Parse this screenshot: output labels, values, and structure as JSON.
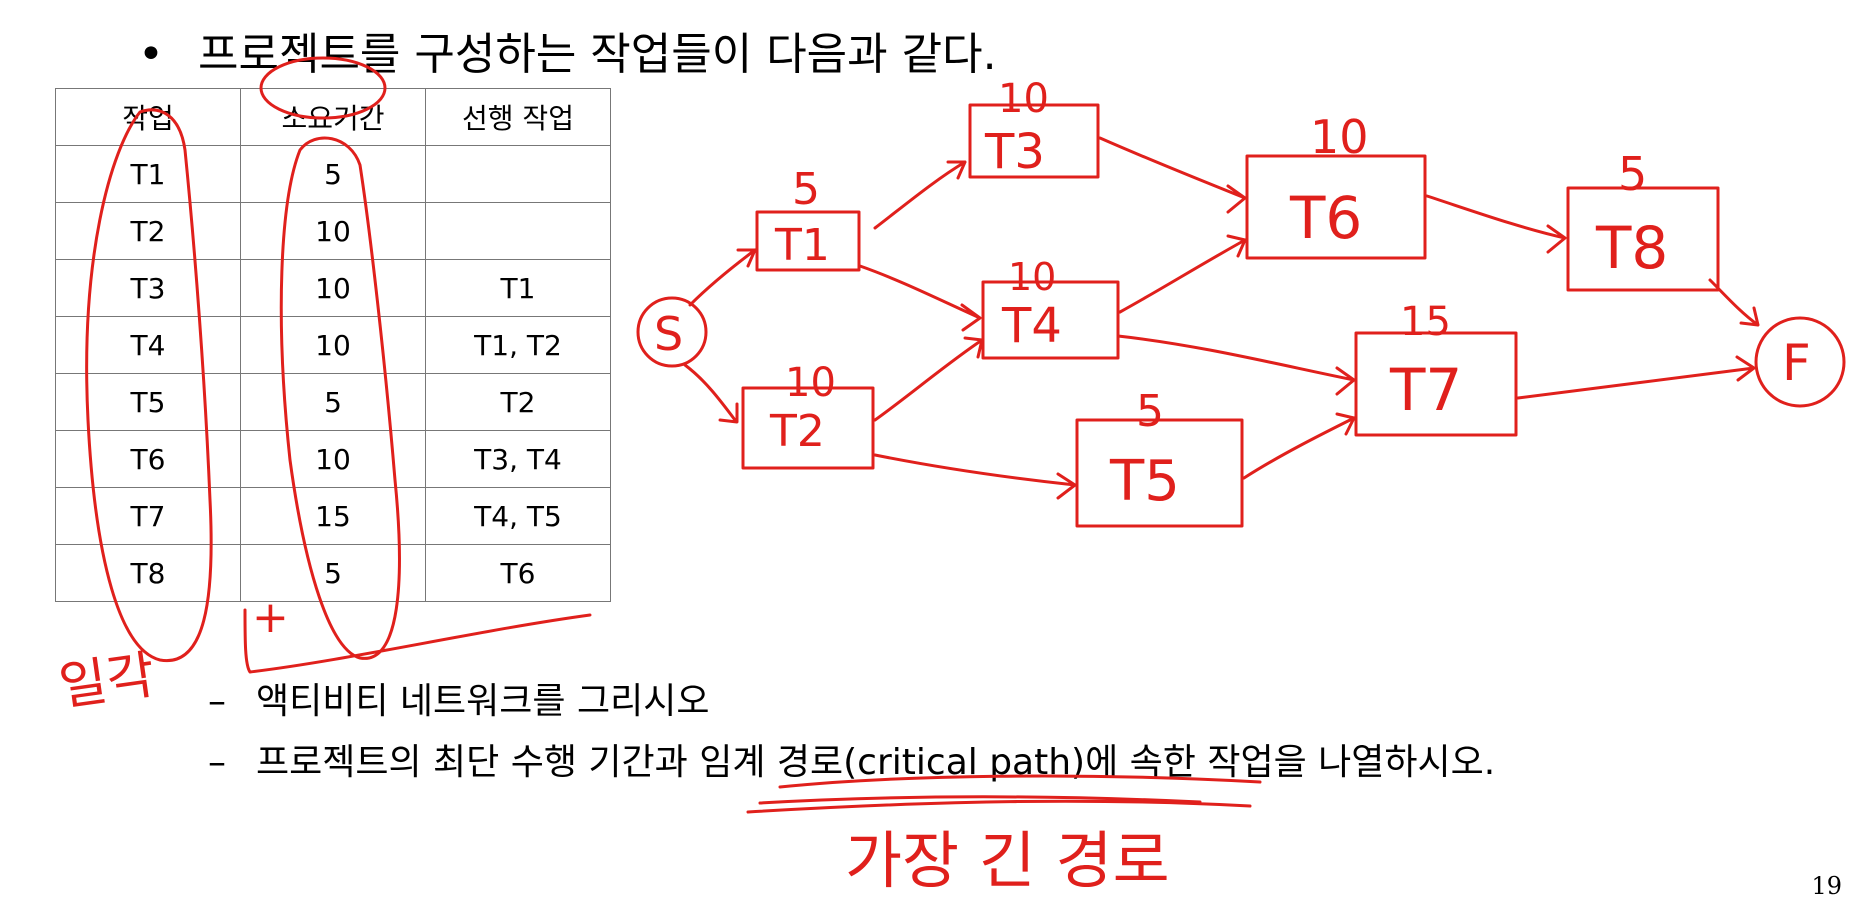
{
  "heading": {
    "bullet": "•",
    "text": "프로젝트를 구성하는 작업들이 다음과 같다."
  },
  "table": {
    "headers": [
      "작업",
      "소요기간",
      "선행 작업"
    ],
    "rows": [
      [
        "T1",
        "5",
        ""
      ],
      [
        "T2",
        "10",
        ""
      ],
      [
        "T3",
        "10",
        "T1"
      ],
      [
        "T4",
        "10",
        "T1, T2"
      ],
      [
        "T5",
        "5",
        "T2"
      ],
      [
        "T6",
        "10",
        "T3, T4"
      ],
      [
        "T7",
        "15",
        "T4, T5"
      ],
      [
        "T8",
        "5",
        "T6"
      ]
    ]
  },
  "questions": [
    {
      "dash": "–",
      "text": "액티비티 네트워크를 그리시오"
    },
    {
      "dash": "–",
      "text": "프로젝트의 최단 수행 기간과 임계 경로(critical path)에 속한 작업을 나열하시오."
    }
  ],
  "page_number": "19",
  "annotations": {
    "ink_color": "#e0201c",
    "network": {
      "start": "S",
      "finish": "F",
      "nodes": [
        {
          "label": "T1",
          "duration": "5"
        },
        {
          "label": "T2",
          "duration": "10"
        },
        {
          "label": "T3",
          "duration": "10"
        },
        {
          "label": "T4",
          "duration": "10"
        },
        {
          "label": "T5",
          "duration": "5"
        },
        {
          "label": "T6",
          "duration": "10"
        },
        {
          "label": "T7",
          "duration": "15"
        },
        {
          "label": "T8",
          "duration": "5"
        }
      ]
    },
    "plus_mark": "+",
    "side_note": "일각",
    "bottom_note": "가장 긴 경로"
  }
}
